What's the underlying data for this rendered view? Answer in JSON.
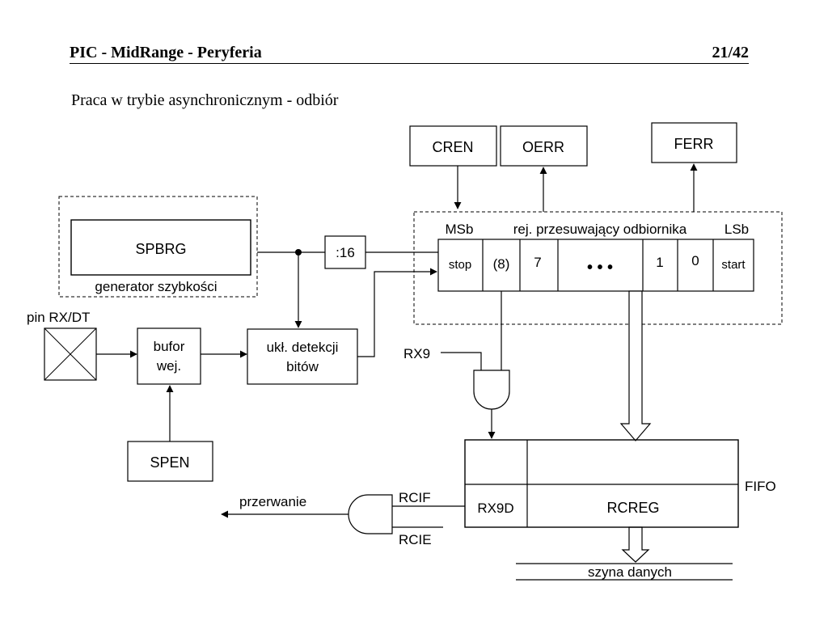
{
  "header": {
    "title": "PIC - MidRange - Peryferia",
    "page": "21/42"
  },
  "subtitle": "Praca w trybie asynchronicznym - odbiór",
  "diagram": {
    "cren": "CREN",
    "oerr": "OERR",
    "ferr": "FERR",
    "spbrg": "SPBRG",
    "generator_label": "generator szybkości",
    "divider": ":16",
    "msb": "MSb",
    "shift_reg_label": "rej. przesuwający odbiornika",
    "lsb": "LSb",
    "shift_cells": [
      "stop",
      "(8)",
      "7",
      "• • •",
      "1",
      "0",
      "start"
    ],
    "pin_label": "pin RX/DT",
    "input_buffer": [
      "bufor",
      "wej."
    ],
    "bit_detect": [
      "ukł. detekcji",
      "bitów"
    ],
    "rx9": "RX9",
    "spen": "SPEN",
    "fifo": "FIFO",
    "rx9d": "RX9D",
    "rcreg": "RCREG",
    "rcif": "RCIF",
    "rcie": "RCIE",
    "interrupt": "przerwanie",
    "data_bus": "szyna danych"
  }
}
